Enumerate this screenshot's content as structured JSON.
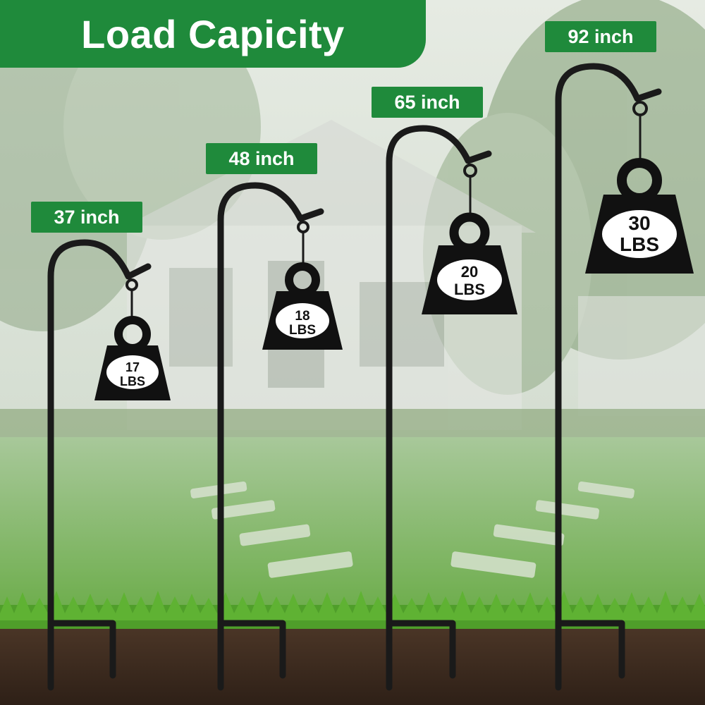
{
  "title": "Load Capicity",
  "colors": {
    "banner_green": "#1f8a3b",
    "label_text": "#ffffff",
    "hook_black": "#1a1a1a",
    "grass": "#4f9e2a",
    "soil": "#3b2a1e"
  },
  "hooks": [
    {
      "height_label": "37 inch",
      "weight_value": "17",
      "weight_unit": "LBS"
    },
    {
      "height_label": "48 inch",
      "weight_value": "18",
      "weight_unit": "LBS"
    },
    {
      "height_label": "65 inch",
      "weight_value": "20",
      "weight_unit": "LBS"
    },
    {
      "height_label": "92 inch",
      "weight_value": "30",
      "weight_unit": "LBS"
    }
  ]
}
